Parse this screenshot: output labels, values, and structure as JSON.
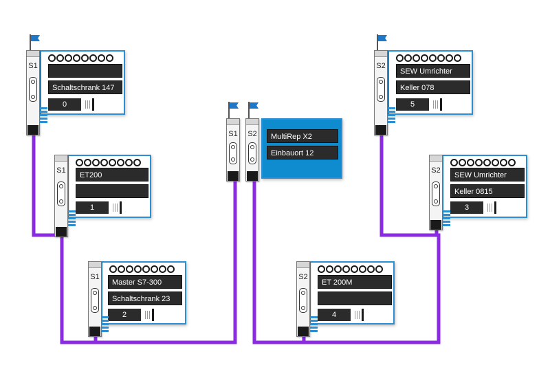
{
  "devices": {
    "d1": {
      "port": "S1",
      "line1": "",
      "line2": "Schaltschrank 147",
      "address": "0"
    },
    "d2": {
      "port": "S1",
      "line1": "ET200",
      "line2": "",
      "address": "1"
    },
    "d3": {
      "port": "S1",
      "line1": "Master S7-300",
      "line2": "Schaltschrank 23",
      "address": "2"
    },
    "d4": {
      "port1": "S1",
      "port2": "S2",
      "line1": "MultiRep X2",
      "line2": "Einbauort 12"
    },
    "d5": {
      "port": "S2",
      "line1": "ET 200M",
      "line2": "",
      "address": "4"
    },
    "d6": {
      "port": "S2",
      "line1": "SEW Umrichter",
      "line2": "Keller 078",
      "address": "5"
    },
    "d7": {
      "port": "S2",
      "line1": "SEW Umrichter",
      "line2": "Keller 0815",
      "address": "3"
    }
  },
  "colors": {
    "cable": "#8a2be2",
    "card_border": "#2a8fd3",
    "repeater_body": "#0f8bd0",
    "field_bg": "#2b2b2b",
    "flag": "#1f77c8"
  },
  "icons": [
    "flag-icon",
    "sub-d-connector-icon"
  ]
}
